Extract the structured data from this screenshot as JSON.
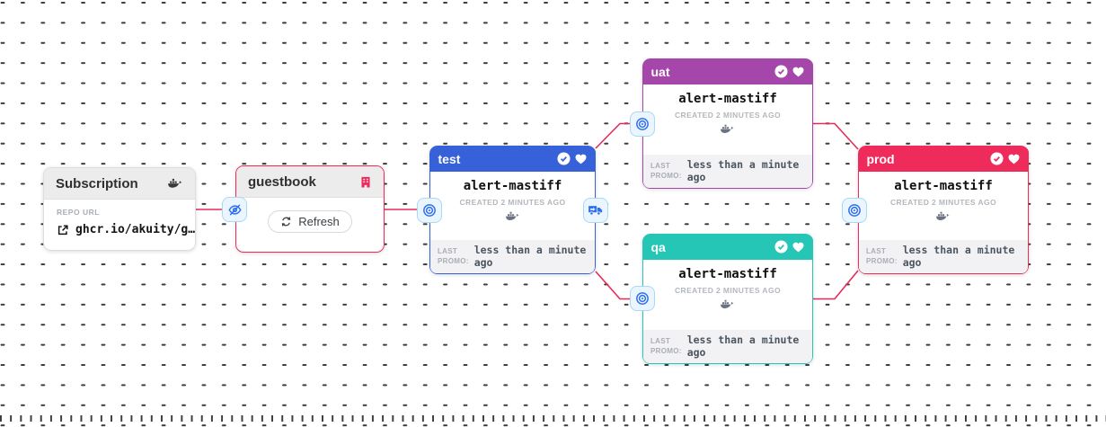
{
  "colors": {
    "edge": "#e62b58",
    "stage_test": "#3761d9",
    "stage_uat": "#a546ab",
    "stage_qa": "#25c6b6",
    "stage_prod": "#ee2b5b",
    "warehouse_border": "#ee2c5c",
    "port_icon_blue": "#2f6ff2",
    "port_icon_bg": "#eaf5fd",
    "header_gray": "#ececec"
  },
  "icons": {
    "subscription_kind": "docker-whale-icon",
    "warehouse_kind": "building-icon",
    "hidden_subscriptions": "eye-slash-icon",
    "freight_target": "bullseye-target-icon",
    "promote": "truck-icon",
    "refresh": "refresh-icon",
    "external_link": "external-link-icon",
    "verified": "check-circle-icon",
    "favorite": "heart-icon",
    "freight_kind": "docker-whale-icon"
  },
  "subscription": {
    "title": "Subscription",
    "repo_url_label": "REPO URL",
    "repo_url": "ghcr.io/akuity/g…"
  },
  "warehouse": {
    "title": "guestbook",
    "refresh_label": "Refresh"
  },
  "stages": [
    {
      "name": "test",
      "freight": "alert-mastiff",
      "created": "CREATED 2 MINUTES AGO",
      "last_promo_label": "LAST PROMO:",
      "last_promo_value": "less than a minute ago"
    },
    {
      "name": "uat",
      "freight": "alert-mastiff",
      "created": "CREATED 2 MINUTES AGO",
      "last_promo_label": "LAST PROMO:",
      "last_promo_value": "less than a minute ago"
    },
    {
      "name": "qa",
      "freight": "alert-mastiff",
      "created": "CREATED 2 MINUTES AGO",
      "last_promo_label": "LAST PROMO:",
      "last_promo_value": "less than a minute ago"
    },
    {
      "name": "prod",
      "freight": "alert-mastiff",
      "created": "CREATED 2 MINUTES AGO",
      "last_promo_label": "LAST PROMO:",
      "last_promo_value": "less than a minute ago"
    }
  ]
}
